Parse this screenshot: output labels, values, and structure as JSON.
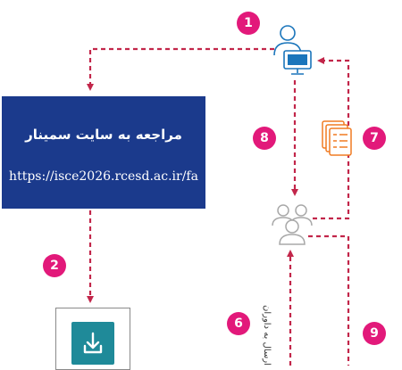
{
  "badges": [
    "1",
    "2",
    "6",
    "7",
    "8",
    "9"
  ],
  "site_box": {
    "title": "مراجعه به سایت سمینار",
    "url": "https://isce2026.rcesd.ac.ir/fa"
  },
  "vertical_label": "ارسال به داوران",
  "colors": {
    "accent_pink": "#e2197a",
    "dashed_line": "#c2264a",
    "box_blue": "#1b3a8c",
    "icon_blue": "#1a75bb",
    "doc_orange": "#f07b22",
    "download_teal": "#1f8a99"
  },
  "icons": [
    "user-computer-icon",
    "documents-icon",
    "user-group-icon",
    "download-icon"
  ]
}
